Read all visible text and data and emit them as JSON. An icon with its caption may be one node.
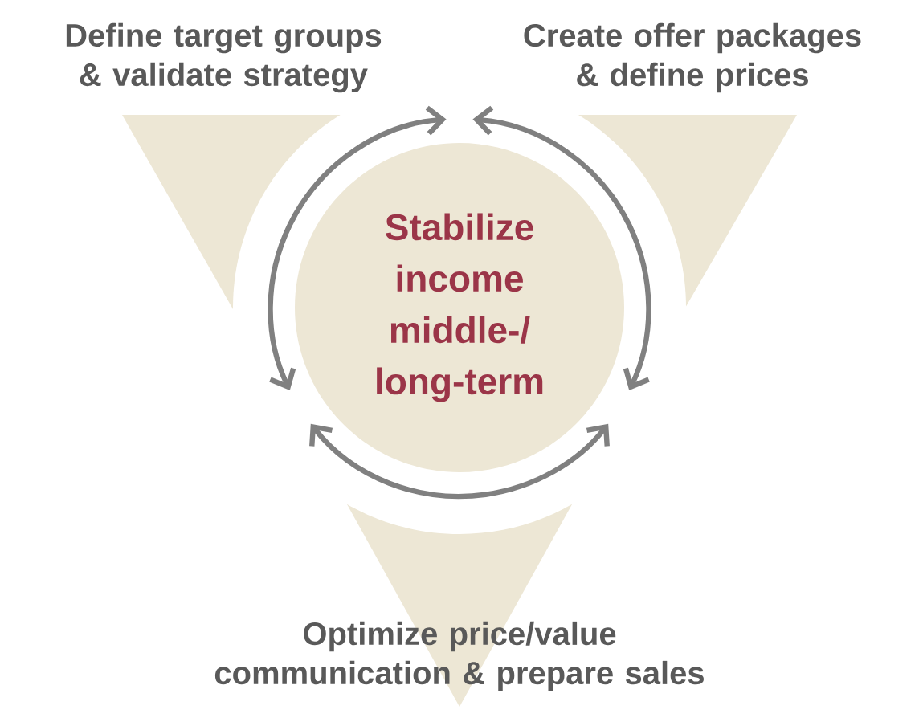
{
  "diagram": {
    "nodes": [
      {
        "text": [
          "Define target groups & validate strategy"
        ]
      },
      {
        "text": [
          "Create offer packages & define prices"
        ]
      },
      {
        "text": [
          "Optimize price/value communication & prepare sales"
        ]
      },
      {
        "text": [
          "Stabilize income middle-/ long-term"
        ]
      }
    ]
  }
}
